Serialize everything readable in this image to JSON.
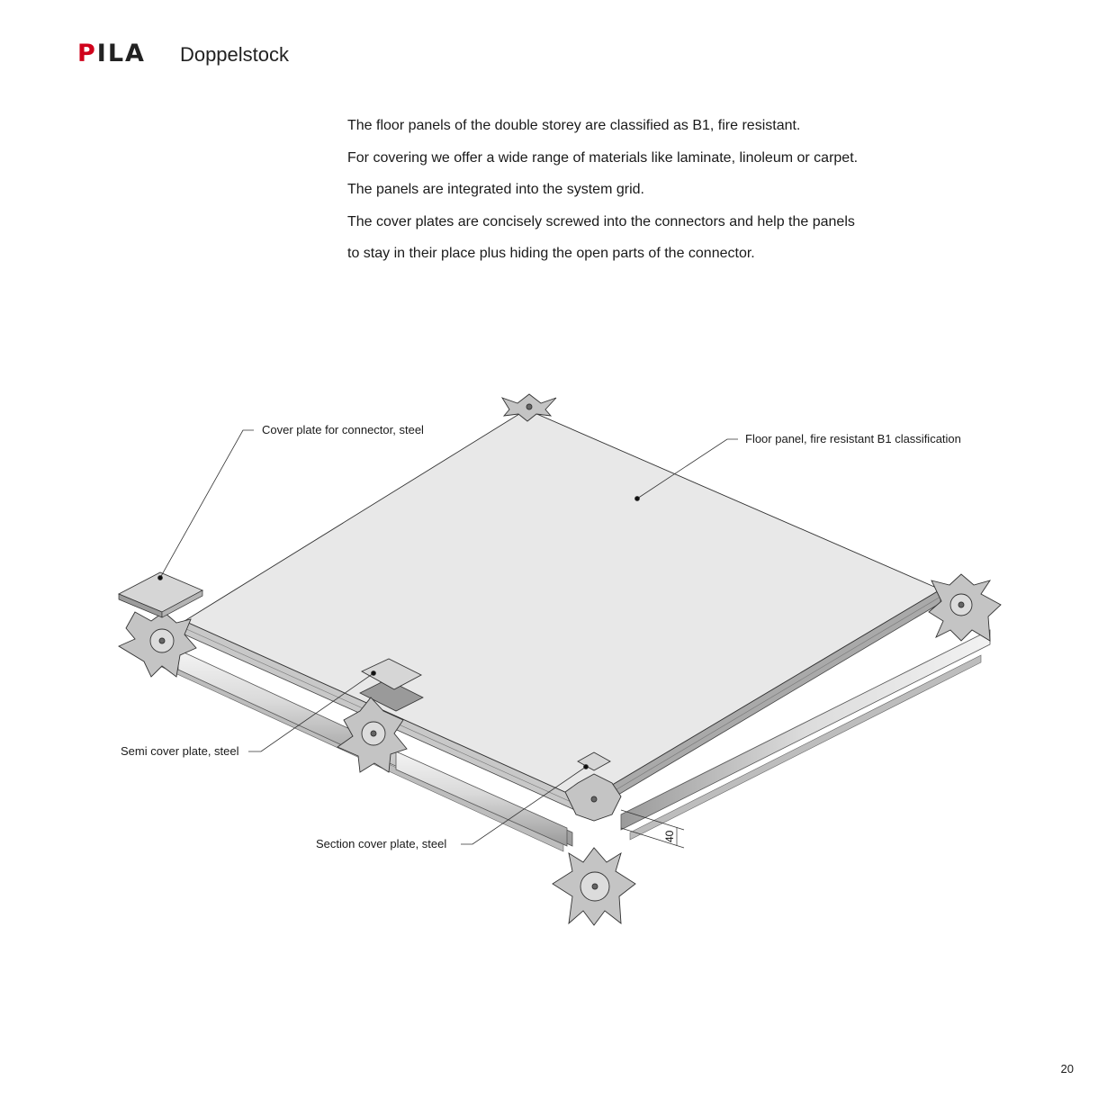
{
  "header": {
    "logo_first": "P",
    "logo_rest": "ILA",
    "title": "Doppelstock",
    "accent_color": "#d0021b"
  },
  "intro": {
    "lines": [
      "The floor panels of the double storey are classified as B1, fire resistant.",
      "For covering we offer a wide range of materials like laminate, linoleum or carpet.",
      "The panels are integrated into the system grid.",
      "The cover plates are concisely screwed into the connectors and help the panels",
      "to stay in their place plus hiding the open parts of the connector."
    ]
  },
  "figure": {
    "labels": {
      "cover_plate": "Cover plate for connector, steel",
      "floor_panel": "Floor panel, fire resistant B1 classification",
      "semi_cover": "Semi cover plate, steel",
      "section_cover": "Section cover plate, steel"
    },
    "dimension": "40"
  },
  "footer": {
    "page_number": "20"
  }
}
